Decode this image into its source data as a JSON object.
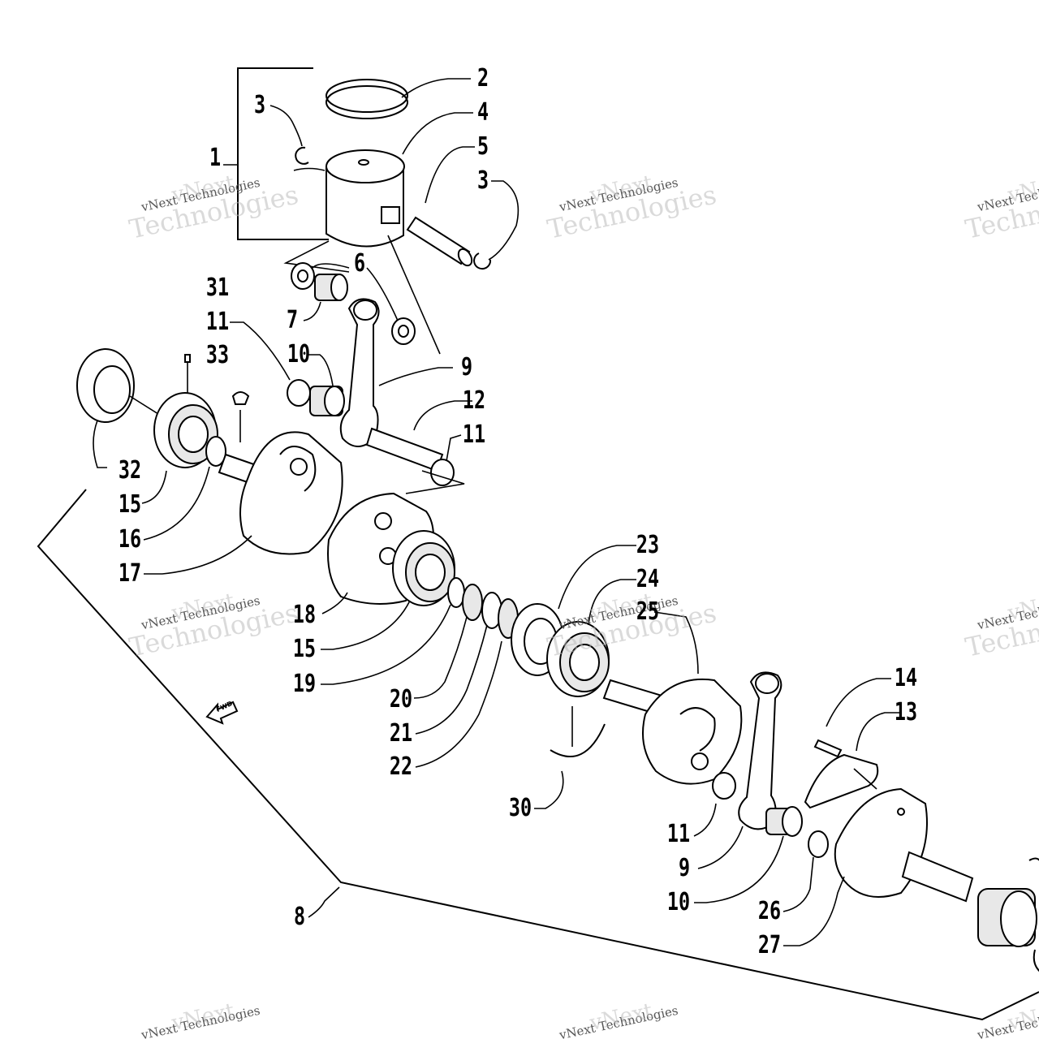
{
  "callouts": [
    {
      "id": "c1",
      "text": "1"
    },
    {
      "id": "c2",
      "text": "2"
    },
    {
      "id": "c3a",
      "text": "3"
    },
    {
      "id": "c4",
      "text": "4"
    },
    {
      "id": "c5",
      "text": "5"
    },
    {
      "id": "c3b",
      "text": "3"
    },
    {
      "id": "c6",
      "text": "6"
    },
    {
      "id": "c31",
      "text": "31"
    },
    {
      "id": "c11a",
      "text": "11"
    },
    {
      "id": "c7",
      "text": "7"
    },
    {
      "id": "c33",
      "text": "33"
    },
    {
      "id": "c10a",
      "text": "10"
    },
    {
      "id": "c9a",
      "text": "9"
    },
    {
      "id": "c12",
      "text": "12"
    },
    {
      "id": "c11b",
      "text": "11"
    },
    {
      "id": "c32",
      "text": "32"
    },
    {
      "id": "c15a",
      "text": "15"
    },
    {
      "id": "c16",
      "text": "16"
    },
    {
      "id": "c17",
      "text": "17"
    },
    {
      "id": "c23",
      "text": "23"
    },
    {
      "id": "c24",
      "text": "24"
    },
    {
      "id": "c25",
      "text": "25"
    },
    {
      "id": "c18",
      "text": "18"
    },
    {
      "id": "c15b",
      "text": "15"
    },
    {
      "id": "c19",
      "text": "19"
    },
    {
      "id": "c14",
      "text": "14"
    },
    {
      "id": "c20",
      "text": "20"
    },
    {
      "id": "c13",
      "text": "13"
    },
    {
      "id": "c21",
      "text": "21"
    },
    {
      "id": "c22",
      "text": "22"
    },
    {
      "id": "c30",
      "text": "30"
    },
    {
      "id": "c11c",
      "text": "11"
    },
    {
      "id": "c9b",
      "text": "9"
    },
    {
      "id": "c10b",
      "text": "10"
    },
    {
      "id": "c26",
      "text": "26"
    },
    {
      "id": "c8",
      "text": "8"
    },
    {
      "id": "c27",
      "text": "27"
    }
  ],
  "fwd_arrow_text": "FWD",
  "watermark": {
    "line1": "vNext",
    "line2": "vNext Technologies",
    "line3": "Technologies"
  }
}
